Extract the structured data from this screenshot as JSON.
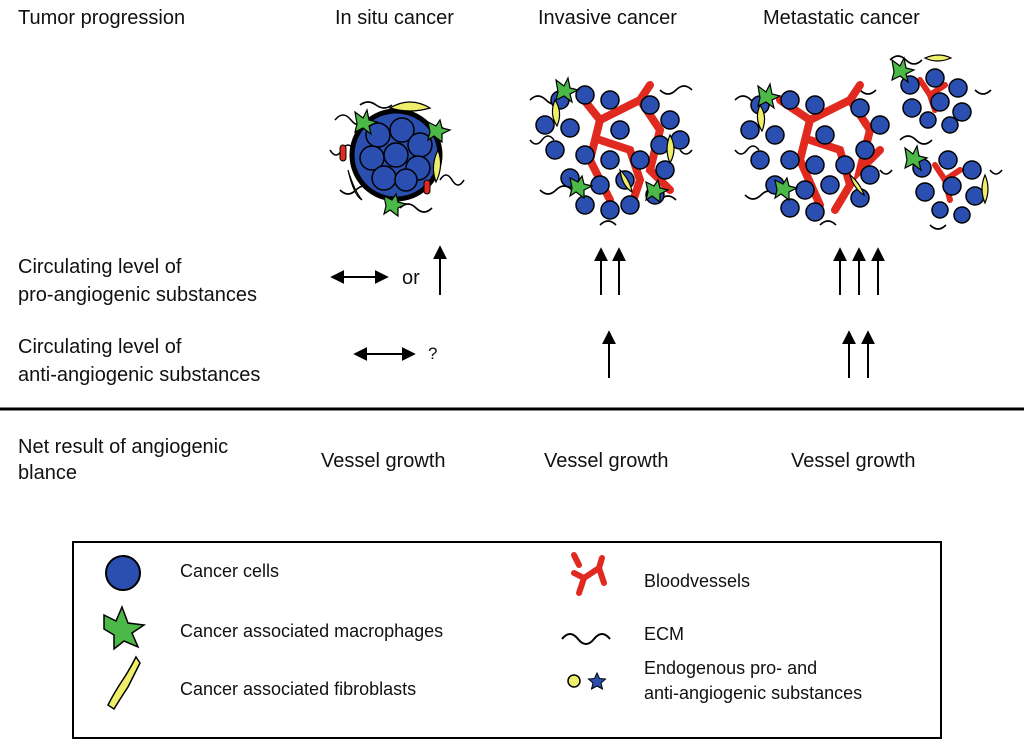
{
  "headers": {
    "row_title": "Tumor progression",
    "in_situ": "In situ cancer",
    "invasive": "Invasive cancer",
    "metastatic": "Metastatic cancer"
  },
  "rows": {
    "pro_label_1": "Circulating level of",
    "pro_label_2": "pro-angiogenic substances",
    "anti_label_1": "Circulating level of",
    "anti_label_2": "anti-angiogenic substances",
    "or_text": "or",
    "question_text": "?"
  },
  "net": {
    "label_1": "Net result of angiogenic",
    "label_2": "blance",
    "in_situ": "Vessel growth",
    "invasive": "Vessel growth",
    "metastatic": "Vessel growth"
  },
  "legend": {
    "cancer_cells": "Cancer cells",
    "macrophages": "Cancer associated macrophages",
    "fibroblasts": "Cancer associated fibroblasts",
    "bloodvessels": "Bloodvessels",
    "ecm": "ECM",
    "substances_1": "Endogenous  pro- and",
    "substances_2": "anti-angiogenic substances"
  },
  "colors": {
    "cancer_cell": "#2a4fb0",
    "macrophage": "#4bb848",
    "fibroblast": "#eeee6a",
    "blood_vessel": "#e02a20",
    "substance_dot": "#eeee6a",
    "substance_star": "#2a4fb0"
  }
}
